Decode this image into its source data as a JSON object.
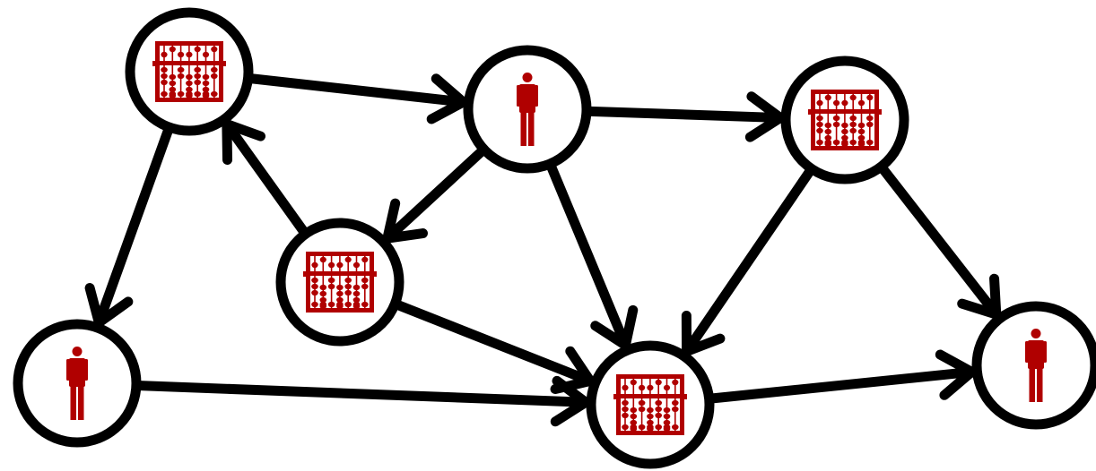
{
  "diagram": {
    "colors": {
      "line": "#000000",
      "node_fill": "#ffffff",
      "icon": "#b00000",
      "background": "#ffffff"
    },
    "nodes": [
      {
        "id": "abacus-top-left",
        "kind": "abacus",
        "icon": "abacus-icon"
      },
      {
        "id": "person-top-middle",
        "kind": "person",
        "icon": "person-icon"
      },
      {
        "id": "abacus-top-right",
        "kind": "abacus",
        "icon": "abacus-icon"
      },
      {
        "id": "abacus-center",
        "kind": "abacus",
        "icon": "abacus-icon"
      },
      {
        "id": "person-bottom-left",
        "kind": "person",
        "icon": "person-icon"
      },
      {
        "id": "abacus-bottom-center",
        "kind": "abacus",
        "icon": "abacus-icon"
      },
      {
        "id": "person-bottom-right",
        "kind": "person",
        "icon": "person-icon"
      }
    ],
    "edges": [
      {
        "from": "abacus-top-left",
        "to": "person-top-middle"
      },
      {
        "from": "person-top-middle",
        "to": "abacus-top-right"
      },
      {
        "from": "abacus-top-left",
        "to": "person-bottom-left"
      },
      {
        "from": "abacus-center",
        "to": "abacus-top-left"
      },
      {
        "from": "person-top-middle",
        "to": "abacus-center"
      },
      {
        "from": "person-top-middle",
        "to": "abacus-bottom-center"
      },
      {
        "from": "abacus-center",
        "to": "abacus-bottom-center"
      },
      {
        "from": "abacus-top-right",
        "to": "abacus-bottom-center"
      },
      {
        "from": "abacus-top-right",
        "to": "person-bottom-right"
      },
      {
        "from": "person-bottom-left",
        "to": "abacus-bottom-center"
      },
      {
        "from": "abacus-bottom-center",
        "to": "person-bottom-right"
      }
    ]
  }
}
